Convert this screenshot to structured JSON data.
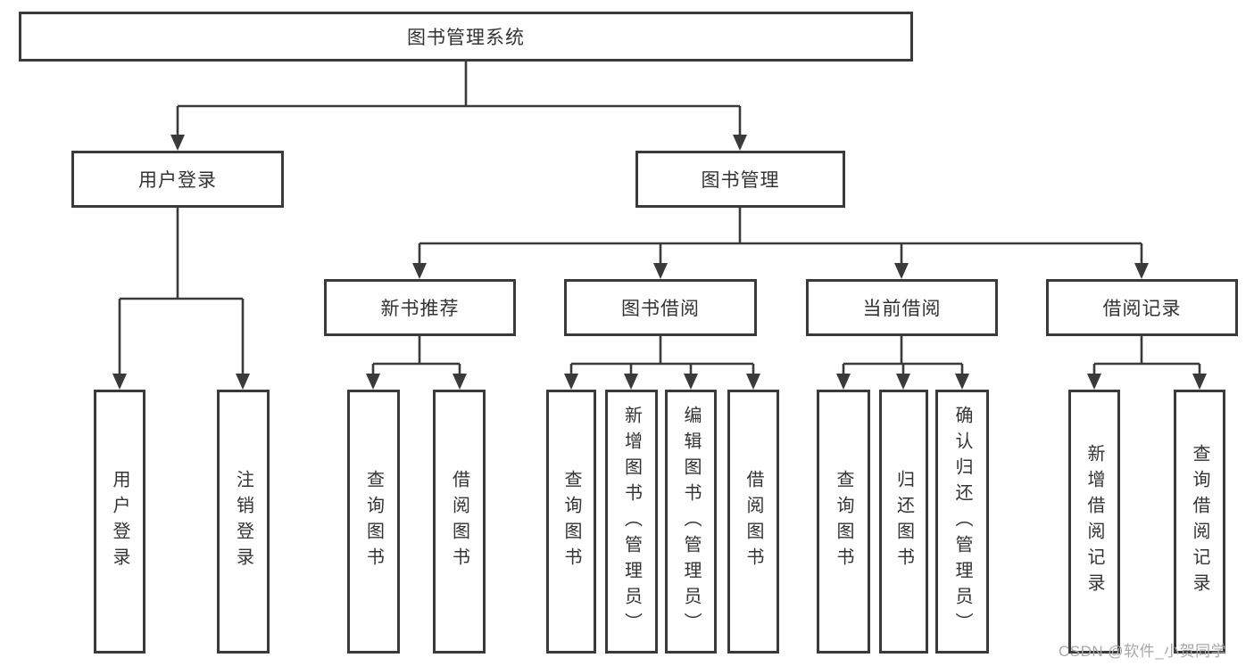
{
  "diagram_title": "图书管理系统",
  "nodes": {
    "root": "图书管理系统",
    "user_login": "用户登录",
    "book_mgmt": "图书管理",
    "new_book_rec": "新书推荐",
    "book_borrow": "图书借阅",
    "current_borrow": "当前借阅",
    "borrow_records": "借阅记录",
    "ul_user_login": "用户登录",
    "ul_logout": "注销登录",
    "nb_query_book": "查询图书",
    "nb_borrow_book": "借阅图书",
    "bb_query_book": "查询图书",
    "bb_add_book": "新增图书（管理员）",
    "bb_edit_book": "编辑图书（管理员）",
    "bb_borrow_book": "借阅图书",
    "cb_query_book": "查询图书",
    "cb_return_book": "归还图书",
    "cb_confirm_return": "确认归还（管理员）",
    "br_add_record": "新增借阅记录",
    "br_query_record": "查询借阅记录"
  },
  "watermark": "CSDN @软件_小贺同学",
  "colors": {
    "line": "#3a3a3a",
    "box_border": "#3a3a3a",
    "text": "#333333",
    "background": "#ffffff",
    "watermark": "#a8a8a8"
  }
}
